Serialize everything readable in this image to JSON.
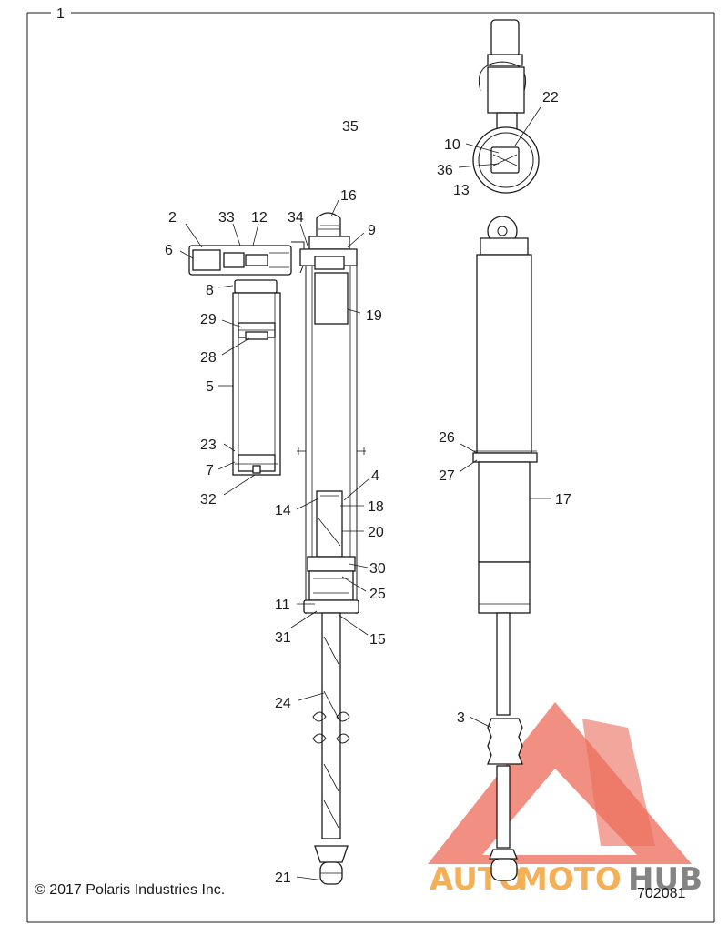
{
  "diagram": {
    "frame_label": "1",
    "callouts": [
      {
        "id": "c2",
        "text": "2"
      },
      {
        "id": "c33",
        "text": "33"
      },
      {
        "id": "c12",
        "text": "12"
      },
      {
        "id": "c34",
        "text": "34"
      },
      {
        "id": "c16",
        "text": "16"
      },
      {
        "id": "c9",
        "text": "9"
      },
      {
        "id": "c6",
        "text": "6"
      },
      {
        "id": "c8",
        "text": "8"
      },
      {
        "id": "c19",
        "text": "19"
      },
      {
        "id": "c29",
        "text": "29"
      },
      {
        "id": "c28",
        "text": "28"
      },
      {
        "id": "c5",
        "text": "5"
      },
      {
        "id": "c23",
        "text": "23"
      },
      {
        "id": "c7",
        "text": "7"
      },
      {
        "id": "c32",
        "text": "32"
      },
      {
        "id": "c4",
        "text": "4"
      },
      {
        "id": "c14",
        "text": "14"
      },
      {
        "id": "c18",
        "text": "18"
      },
      {
        "id": "c20",
        "text": "20"
      },
      {
        "id": "c30",
        "text": "30"
      },
      {
        "id": "c25",
        "text": "25"
      },
      {
        "id": "c11",
        "text": "11"
      },
      {
        "id": "c31",
        "text": "31"
      },
      {
        "id": "c15",
        "text": "15"
      },
      {
        "id": "c24",
        "text": "24"
      },
      {
        "id": "c21",
        "text": "21"
      },
      {
        "id": "c35",
        "text": "35"
      },
      {
        "id": "c22",
        "text": "22"
      },
      {
        "id": "c10",
        "text": "10"
      },
      {
        "id": "c36",
        "text": "36"
      },
      {
        "id": "c13",
        "text": "13"
      },
      {
        "id": "c26",
        "text": "26"
      },
      {
        "id": "c27",
        "text": "27"
      },
      {
        "id": "c17",
        "text": "17"
      },
      {
        "id": "c3",
        "text": "3"
      }
    ]
  },
  "copyright": "© 2017 Polaris Industries Inc.",
  "figure_number": "702081",
  "watermark": {
    "text_auto": "AUTO",
    "text_moto": "MOTO",
    "text_hub": "HUB",
    "color_red": "#e8503c",
    "color_orange": "#f2a33a",
    "color_gray": "#6f6f6f"
  }
}
